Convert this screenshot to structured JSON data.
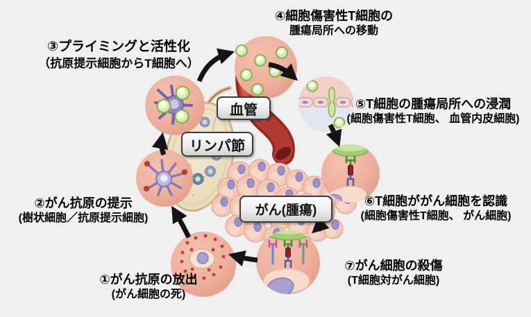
{
  "steps": [
    {
      "line1": "①がん抗原の放出",
      "line2": "(がん細胞の死)"
    },
    {
      "line1": "②がん抗原の提示",
      "line2": "(樹状細胞／抗原提示細胞)"
    },
    {
      "line1": "③プライミングと活性化",
      "line2": "（抗原提示細胞からT細胞へ）"
    },
    {
      "line1": "④細胞傷害性T細胞の",
      "line2": "腫瘍局所への移動"
    },
    {
      "line1": "⑤T細胞の腫瘍局所への浸潤",
      "line2": "(細胞傷害性T細胞、 血管内皮細胞)"
    },
    {
      "line1": "⑥T細胞ががん細胞を認識",
      "line2": "(細胞傷害性T細胞、 がん細胞)"
    },
    {
      "line1": "⑦がん細胞の殺傷",
      "line2": "(T細胞対がん細胞)"
    }
  ],
  "labels": {
    "blood_vessel": "血管",
    "lymph_node": "リンパ節",
    "tumor": "がん(腫瘍)"
  },
  "colors": {
    "background": "#f0f0f1",
    "cell_circle_salmon": "#edb09d",
    "t_cell_green": "#cfe5a4",
    "dendritic_purple": "#8f85c0",
    "vessel_red": "#b23a31",
    "arrow_black": "#141414",
    "antigen_red": "#c23a33",
    "nucleus_purple": "#9a94c8",
    "lymph_node_tan": "#e9dcbd"
  }
}
